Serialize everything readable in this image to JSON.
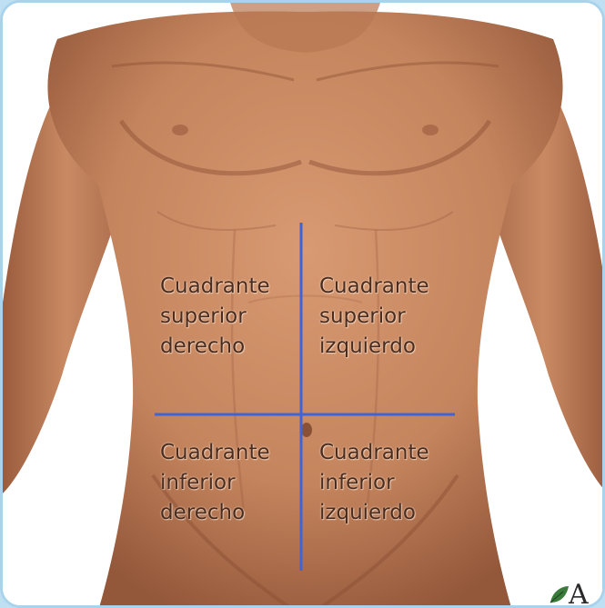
{
  "quadrants": {
    "upper_right": [
      "Cuadrante",
      "superior",
      "derecho"
    ],
    "upper_left": [
      "Cuadrante",
      "superior",
      "izquierdo"
    ],
    "lower_right": [
      "Cuadrante",
      "inferior",
      "derecho"
    ],
    "lower_left": [
      "Cuadrante",
      "inferior",
      "izquierdo"
    ]
  },
  "colors": {
    "skin": "#c98a63",
    "skin_shadow": "#8f5235",
    "divider_line": "#3f63d8",
    "label_text": "#4a2c1f",
    "frame_border": "#a9d3ec"
  },
  "brand": {
    "logo_icon": "leaf-logo-icon",
    "partial_text": "A"
  }
}
